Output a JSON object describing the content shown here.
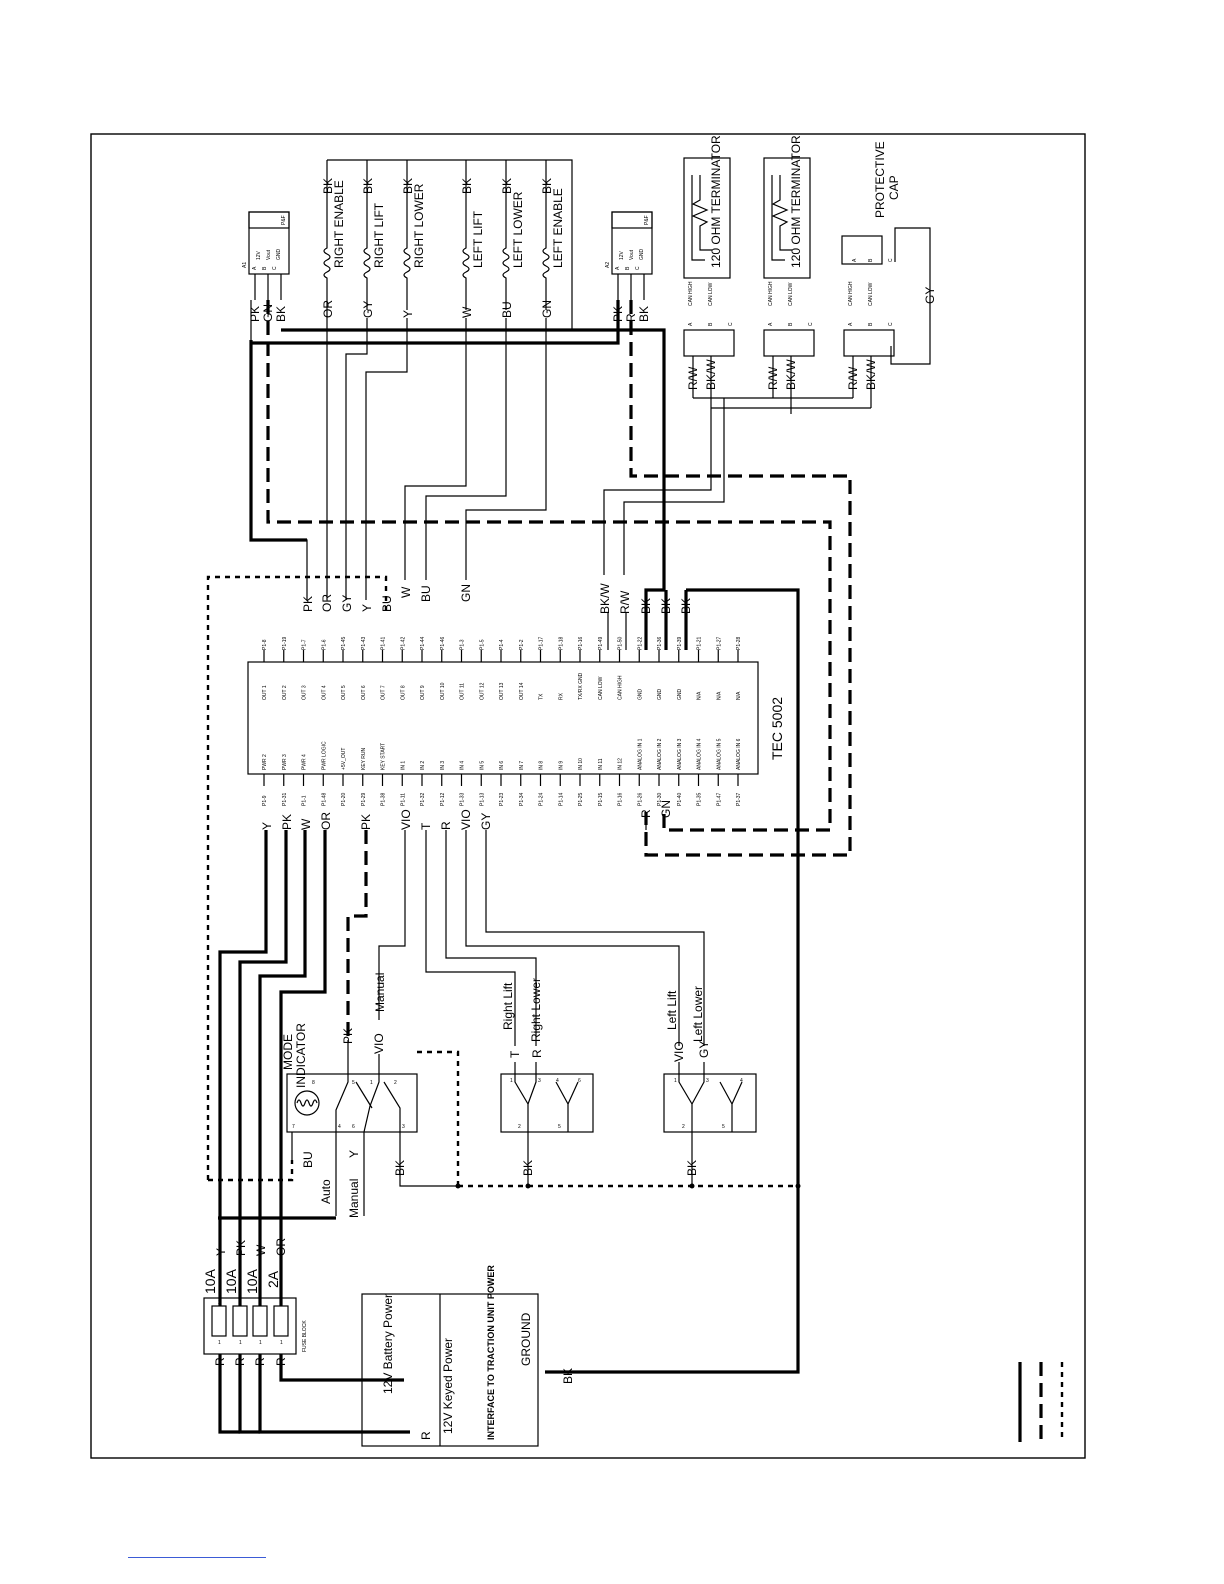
{
  "connector_a1": {
    "name": "A1",
    "pins": [
      "A",
      "B",
      "C"
    ],
    "signals": [
      "12V",
      "Vout",
      "GND"
    ],
    "pos_label": "P&F"
  },
  "connector_a2": {
    "name": "A2",
    "pins": [
      "A",
      "B",
      "C"
    ],
    "signals": [
      "12V",
      "Vout",
      "GND"
    ],
    "pos_label": "P&F"
  },
  "a1_wires": [
    "PK",
    "GN",
    "BK"
  ],
  "a2_wires": [
    "PK",
    "R",
    "BK"
  ],
  "solenoids": [
    {
      "label": "RIGHT ENABLE",
      "in": "OR",
      "out": "BK"
    },
    {
      "label": "RIGHT LIFT",
      "in": "GY",
      "out": "BK"
    },
    {
      "label": "RIGHT LOWER",
      "in": "Y",
      "out": "BK"
    },
    {
      "label": "LEFT LIFT",
      "in": "W",
      "out": "BK"
    },
    {
      "label": "LEFT LOWER",
      "in": "BU",
      "out": "BK"
    },
    {
      "label": "LEFT ENABLE",
      "in": "GN",
      "out": "BK"
    }
  ],
  "terminators": [
    {
      "label": "120 OHM TERMINATOR",
      "pins": [
        "A",
        "B",
        "C"
      ],
      "signals": [
        "CAN HIGH",
        "CAN LOW"
      ]
    },
    {
      "label": "120 OHM TERMINATOR",
      "pins": [
        "A",
        "B",
        "C"
      ],
      "signals": [
        "CAN HIGH",
        "CAN LOW"
      ]
    }
  ],
  "protective_cap": {
    "label": "PROTECTIVE CAP",
    "pins": [
      "A",
      "B",
      "C"
    ],
    "signals": [
      "CAN HIGH",
      "CAN LOW"
    ],
    "wire": "GY"
  },
  "can_wires": [
    "R/W",
    "BK/W"
  ],
  "controller": {
    "title": "TEC 5002",
    "outputs": [
      {
        "pin": "P1-8",
        "name": "OUT 1",
        "wire": ""
      },
      {
        "pin": "P1-19",
        "name": "OUT 2",
        "wire": ""
      },
      {
        "pin": "P1-7",
        "name": "OUT 3",
        "wire": "PK"
      },
      {
        "pin": "P1-6",
        "name": "OUT 4",
        "wire": "OR"
      },
      {
        "pin": "P1-45",
        "name": "OUT 5",
        "wire": "GY"
      },
      {
        "pin": "P1-43",
        "name": "OUT 6",
        "wire": "Y"
      },
      {
        "pin": "P1-41",
        "name": "OUT 7",
        "wire": "BU"
      },
      {
        "pin": "P1-42",
        "name": "OUT 8",
        "wire": "W"
      },
      {
        "pin": "P1-44",
        "name": "OUT 9",
        "wire": "BU"
      },
      {
        "pin": "P1-46",
        "name": "OUT 10",
        "wire": ""
      },
      {
        "pin": "P1-3",
        "name": "OUT 11",
        "wire": "GN"
      },
      {
        "pin": "P1-5",
        "name": "OUT 12",
        "wire": ""
      },
      {
        "pin": "P1-4",
        "name": "OUT 13",
        "wire": ""
      },
      {
        "pin": "P1-2",
        "name": "OUT 14",
        "wire": ""
      },
      {
        "pin": "P1-17",
        "name": "TX",
        "wire": ""
      },
      {
        "pin": "P1-18",
        "name": "RX",
        "wire": ""
      },
      {
        "pin": "P1-16",
        "name": "TX/RX GND",
        "wire": ""
      },
      {
        "pin": "P1-49",
        "name": "CAN LOW",
        "wire": "BK/W"
      },
      {
        "pin": "P1-50",
        "name": "CAN HIGH",
        "wire": "R/W"
      },
      {
        "pin": "P1-22",
        "name": "GND",
        "wire": "BK"
      },
      {
        "pin": "P1-36",
        "name": "GND",
        "wire": "BK"
      },
      {
        "pin": "P1-39",
        "name": "GND",
        "wire": "BK"
      },
      {
        "pin": "P1-21",
        "name": "N/A",
        "wire": ""
      },
      {
        "pin": "P1-27",
        "name": "N/A",
        "wire": ""
      },
      {
        "pin": "P1-28",
        "name": "N/A",
        "wire": ""
      }
    ],
    "inputs": [
      {
        "pin": "P1-9",
        "name": "PWR 2",
        "wire": "Y"
      },
      {
        "pin": "P1-31",
        "name": "PWR 3",
        "wire": "PK"
      },
      {
        "pin": "P1-1",
        "name": "PWR 4",
        "wire": "W"
      },
      {
        "pin": "P1-48",
        "name": "PWR LOGIC",
        "wire": "OR"
      },
      {
        "pin": "P1-20",
        "name": "+5V_OUT",
        "wire": ""
      },
      {
        "pin": "P1-29",
        "name": "KEY RUN",
        "wire": "PK"
      },
      {
        "pin": "P1-38",
        "name": "KEY START",
        "wire": ""
      },
      {
        "pin": "P1-11",
        "name": "IN 1",
        "wire": "VIO"
      },
      {
        "pin": "P1-32",
        "name": "IN 2",
        "wire": "T"
      },
      {
        "pin": "P1-12",
        "name": "IN 3",
        "wire": "R"
      },
      {
        "pin": "P1-33",
        "name": "IN 4",
        "wire": "VIO"
      },
      {
        "pin": "P1-13",
        "name": "IN 5",
        "wire": "GY"
      },
      {
        "pin": "P1-23",
        "name": "IN 6",
        "wire": ""
      },
      {
        "pin": "P1-34",
        "name": "IN 7",
        "wire": ""
      },
      {
        "pin": "P1-24",
        "name": "IN 8",
        "wire": ""
      },
      {
        "pin": "P1-14",
        "name": "IN 9",
        "wire": ""
      },
      {
        "pin": "P1-25",
        "name": "IN 10",
        "wire": ""
      },
      {
        "pin": "P1-15",
        "name": "IN 11",
        "wire": ""
      },
      {
        "pin": "P1-16",
        "name": "IN 12",
        "wire": ""
      },
      {
        "pin": "P1-26",
        "name": "ANALOG IN 1",
        "wire": "R"
      },
      {
        "pin": "P1-30",
        "name": "ANALOG IN 2",
        "wire": "GN"
      },
      {
        "pin": "P1-40",
        "name": "ANALOG IN 3",
        "wire": ""
      },
      {
        "pin": "P1-35",
        "name": "ANALOG IN 4",
        "wire": ""
      },
      {
        "pin": "P1-47",
        "name": "ANALOG IN 5",
        "wire": ""
      },
      {
        "pin": "P1-37",
        "name": "ANALOG IN 6",
        "wire": ""
      }
    ]
  },
  "mode_switch": {
    "label": "MODE INDICATOR",
    "wires": [
      "PK",
      "VIO",
      "BU",
      "Y",
      "BK"
    ],
    "positions": [
      "Manual",
      "Auto",
      "Manual"
    ],
    "pins": [
      "5",
      "1",
      "2",
      "6",
      "4",
      "7",
      "3",
      "8"
    ]
  },
  "right_switch": {
    "wires": [
      "T",
      "R",
      "BK"
    ],
    "labels": [
      "Right Lift",
      "Right Lower"
    ],
    "pins": [
      "1",
      "3",
      "4",
      "6",
      "2",
      "5"
    ]
  },
  "left_switch": {
    "wires": [
      "VIO",
      "GY",
      "BK"
    ],
    "labels": [
      "Left Lift",
      "Left Lower"
    ],
    "pins": [
      "1",
      "3",
      "4",
      "2",
      "5"
    ]
  },
  "fuse_block": {
    "label": "FUSE BLOCK",
    "fuses": [
      {
        "rating": "10A",
        "in": "R",
        "out": "Y"
      },
      {
        "rating": "10A",
        "in": "R",
        "out": "PK"
      },
      {
        "rating": "10A",
        "in": "R",
        "out": "W"
      },
      {
        "rating": "2A",
        "in": "R",
        "out": "OR"
      }
    ],
    "pins": [
      "1",
      "2",
      "1",
      "2",
      "1",
      "2",
      "1",
      "2"
    ]
  },
  "power_interface": {
    "battery": "12V Battery Power",
    "keyed": "12V Keyed Power",
    "interface": "INTERFACE TO TRACTION UNIT POWER",
    "ground": "GROUND",
    "keyed_wire": "R",
    "ground_wire": "BK"
  }
}
